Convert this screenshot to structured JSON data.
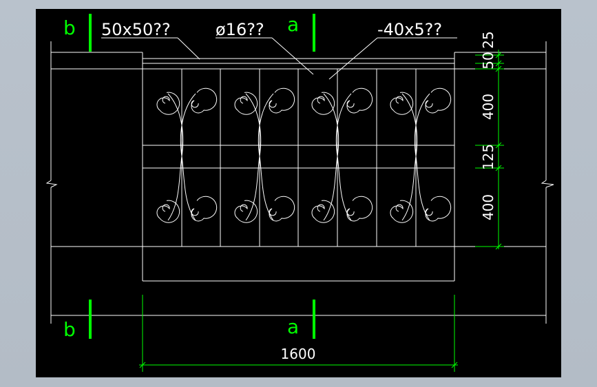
{
  "section_marks": {
    "left_top": "b",
    "left_bottom": "b",
    "center_top": "a",
    "center_bottom": "a"
  },
  "callouts": {
    "angle": "50x50??",
    "bar": "ø16??",
    "flat": "-40x5??"
  },
  "dimensions": {
    "width": "1600",
    "d25": "25",
    "d50": "50",
    "d400_top": "400",
    "d125": "125",
    "d400_bottom": "400"
  },
  "colors": {
    "background": "#000000",
    "lines": "#ffffff",
    "dimension": "#00ff00",
    "frame": "#b7c0ca"
  }
}
